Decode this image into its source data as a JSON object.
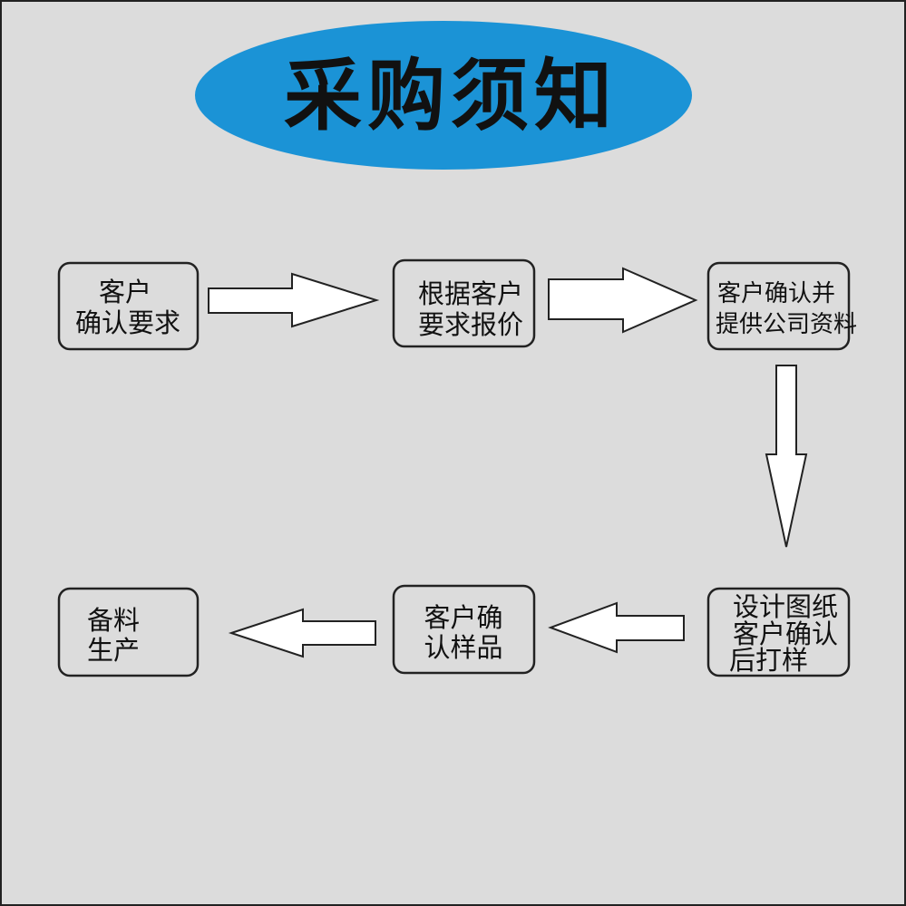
{
  "title": "采购须知",
  "colors": {
    "background": "#dcdcdc",
    "title_ellipse": "#1b93d6",
    "border": "#222222"
  },
  "steps": [
    {
      "line1": "客户",
      "line2": "确认要求"
    },
    {
      "line1": "根据客户",
      "line2": "要求报价"
    },
    {
      "line1": "客户确认并",
      "line2": "提供公司资料"
    },
    {
      "line1": "设计图纸",
      "line2": "客户确认",
      "line3": "后打样"
    },
    {
      "line1": "客户确",
      "line2": "认样品"
    },
    {
      "line1": "备料",
      "line2": "生产"
    }
  ]
}
